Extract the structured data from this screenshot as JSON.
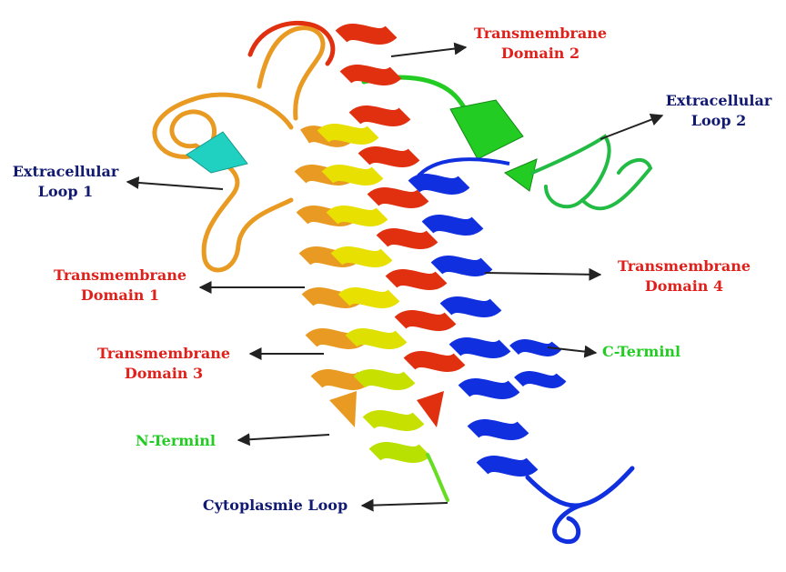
{
  "colors": {
    "red_label": "#e0201b",
    "blue_label": "#111a70",
    "green_label": "#22cc22",
    "arrow": "#222222",
    "helix_orange": "#e99a22",
    "helix_yellow": "#e8e000",
    "helix_red": "#e03010",
    "helix_blue": "#1030e0",
    "helix_green": "#22cc22",
    "loop_cyan": "#20d0c0"
  },
  "labels": {
    "tm2": {
      "line1": "Transmembrane",
      "line2": "Domain 2",
      "color": "red_label"
    },
    "el2": {
      "line1": "Extracellular",
      "line2": "Loop 2",
      "color": "blue_label"
    },
    "el1": {
      "line1": "Extracellular",
      "line2": "Loop 1",
      "color": "blue_label"
    },
    "tm1": {
      "line1": "Transmembrane",
      "line2": "Domain 1",
      "color": "red_label"
    },
    "tm4": {
      "line1": "Transmembrane",
      "line2": "Domain 4",
      "color": "red_label"
    },
    "tm3": {
      "line1": "Transmembrane",
      "line2": "Domain 3",
      "color": "red_label"
    },
    "cterm": {
      "line1": "C-Terminl",
      "color": "green_label"
    },
    "nterm": {
      "line1": "N-Terminl",
      "color": "green_label"
    },
    "cytoloop": {
      "line1": "Cytoplasmie Loop",
      "color": "blue_label"
    }
  }
}
